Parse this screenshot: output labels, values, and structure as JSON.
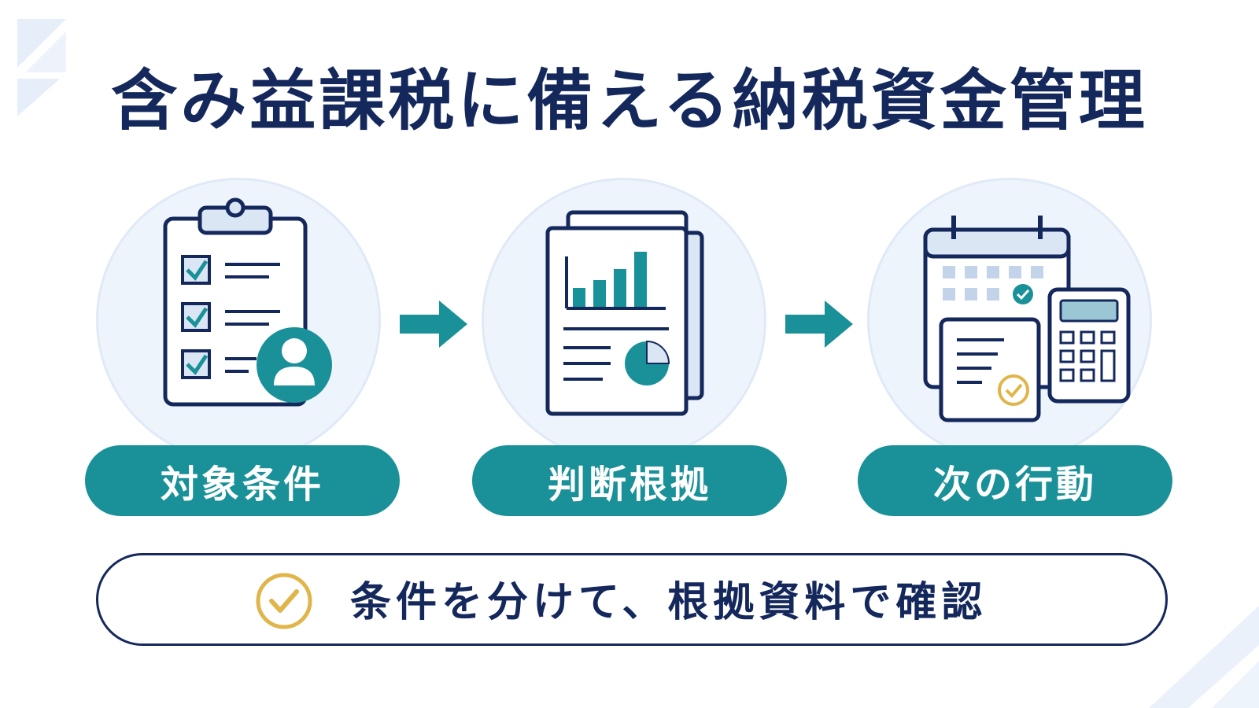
{
  "title": "含み益課税に備える納税資金管理",
  "steps": [
    {
      "label": "対象条件",
      "icon": "clipboard-checklist-user-icon"
    },
    {
      "label": "判断根拠",
      "icon": "report-chart-documents-icon"
    },
    {
      "label": "次の行動",
      "icon": "calendar-calculator-document-icon"
    }
  ],
  "summary": {
    "text": "条件を分けて、根拠資料で確認",
    "icon": "check-circle-icon"
  },
  "colors": {
    "navy": "#14285c",
    "teal": "#1a9198",
    "light_blue": "#dbe6f5",
    "gold": "#e0b54a"
  }
}
